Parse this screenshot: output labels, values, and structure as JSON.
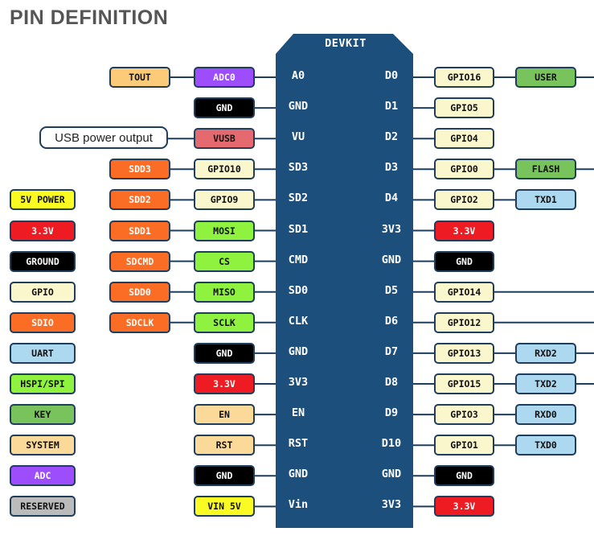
{
  "title": "PIN DEFINITION",
  "board_label": "DEVKIT",
  "usb_note": "USB power output",
  "colors": {
    "board": "#1d4f7c",
    "border": "#1f3d5c",
    "line": "#1f3d5c",
    "tout": "#fbcb79",
    "adc": "#9d4dfc",
    "gnd": "#000000",
    "vusb": "#e46a6f",
    "sdio": "#fb6c25",
    "gpio": "#fbf7cc",
    "spi": "#8ef23f",
    "power33": "#ee1b22",
    "vin5": "#fbfb24",
    "system": "#fbd999",
    "key": "#79c35c",
    "uart": "#acd8f0",
    "reserved": "#bbbbbb"
  },
  "legend": [
    {
      "label": "5V POWER",
      "color": "#fbfb24",
      "text": "#111111"
    },
    {
      "label": "3.3V",
      "color": "#ee1b22",
      "text": "#ffffff"
    },
    {
      "label": "GROUND",
      "color": "#000000",
      "text": "#ffffff"
    },
    {
      "label": "GPIO",
      "color": "#fbf7cc",
      "text": "#111111"
    },
    {
      "label": "SDIO",
      "color": "#fb6c25",
      "text": "#ffffff"
    },
    {
      "label": "UART",
      "color": "#acd8f0",
      "text": "#111111"
    },
    {
      "label": "HSPI/SPI",
      "color": "#8ef23f",
      "text": "#111111"
    },
    {
      "label": "KEY",
      "color": "#79c35c",
      "text": "#111111"
    },
    {
      "label": "SYSTEM",
      "color": "#fbd999",
      "text": "#111111"
    },
    {
      "label": "ADC",
      "color": "#9d4dfc",
      "text": "#ffffff"
    },
    {
      "label": "RESERVED",
      "color": "#bbbbbb",
      "text": "#111111"
    }
  ],
  "left_pins": [
    {
      "pin": "A0",
      "near": {
        "label": "ADC0",
        "color": "#9d4dfc",
        "text": "#ffffff"
      },
      "far": {
        "label": "TOUT",
        "color": "#fbcb79",
        "text": "#111111"
      }
    },
    {
      "pin": "GND",
      "near": {
        "label": "GND",
        "color": "#000000",
        "text": "#ffffff"
      },
      "far": null
    },
    {
      "pin": "VU",
      "near": {
        "label": "VUSB",
        "color": "#e46a6f",
        "text": "#111111"
      },
      "far": null,
      "note": true
    },
    {
      "pin": "SD3",
      "near": {
        "label": "GPIO10",
        "color": "#fbf7cc",
        "text": "#111111"
      },
      "far": {
        "label": "SDD3",
        "color": "#fb6c25",
        "text": "#ffffff"
      }
    },
    {
      "pin": "SD2",
      "near": {
        "label": "GPIO9",
        "color": "#fbf7cc",
        "text": "#111111"
      },
      "far": {
        "label": "SDD2",
        "color": "#fb6c25",
        "text": "#ffffff"
      }
    },
    {
      "pin": "SD1",
      "near": {
        "label": "MOSI",
        "color": "#8ef23f",
        "text": "#111111"
      },
      "far": {
        "label": "SDD1",
        "color": "#fb6c25",
        "text": "#ffffff"
      }
    },
    {
      "pin": "CMD",
      "near": {
        "label": "CS",
        "color": "#8ef23f",
        "text": "#111111"
      },
      "far": {
        "label": "SDCMD",
        "color": "#fb6c25",
        "text": "#ffffff"
      }
    },
    {
      "pin": "SD0",
      "near": {
        "label": "MISO",
        "color": "#8ef23f",
        "text": "#111111"
      },
      "far": {
        "label": "SDD0",
        "color": "#fb6c25",
        "text": "#ffffff"
      }
    },
    {
      "pin": "CLK",
      "near": {
        "label": "SCLK",
        "color": "#8ef23f",
        "text": "#111111"
      },
      "far": {
        "label": "SDCLK",
        "color": "#fb6c25",
        "text": "#ffffff"
      }
    },
    {
      "pin": "GND",
      "near": {
        "label": "GND",
        "color": "#000000",
        "text": "#ffffff"
      },
      "far": null
    },
    {
      "pin": "3V3",
      "near": {
        "label": "3.3V",
        "color": "#ee1b22",
        "text": "#ffffff"
      },
      "far": null
    },
    {
      "pin": "EN",
      "near": {
        "label": "EN",
        "color": "#fbd999",
        "text": "#111111"
      },
      "far": null
    },
    {
      "pin": "RST",
      "near": {
        "label": "RST",
        "color": "#fbd999",
        "text": "#111111"
      },
      "far": null
    },
    {
      "pin": "GND",
      "near": {
        "label": "GND",
        "color": "#000000",
        "text": "#ffffff"
      },
      "far": null
    },
    {
      "pin": "Vin",
      "near": {
        "label": "VIN 5V",
        "color": "#fbfb24",
        "text": "#111111"
      },
      "far": null
    }
  ],
  "right_pins": [
    {
      "pin": "D0",
      "near": {
        "label": "GPIO16",
        "color": "#fbf7cc",
        "text": "#111111"
      },
      "far": {
        "label": "USER",
        "color": "#79c35c",
        "text": "#111111"
      },
      "extend": true
    },
    {
      "pin": "D1",
      "near": {
        "label": "GPIO5",
        "color": "#fbf7cc",
        "text": "#111111"
      },
      "far": null
    },
    {
      "pin": "D2",
      "near": {
        "label": "GPIO4",
        "color": "#fbf7cc",
        "text": "#111111"
      },
      "far": null
    },
    {
      "pin": "D3",
      "near": {
        "label": "GPIO0",
        "color": "#fbf7cc",
        "text": "#111111"
      },
      "far": {
        "label": "FLASH",
        "color": "#79c35c",
        "text": "#111111"
      },
      "extend": true
    },
    {
      "pin": "D4",
      "near": {
        "label": "GPIO2",
        "color": "#fbf7cc",
        "text": "#111111"
      },
      "far": {
        "label": "TXD1",
        "color": "#acd8f0",
        "text": "#111111"
      }
    },
    {
      "pin": "3V3",
      "near": {
        "label": "3.3V",
        "color": "#ee1b22",
        "text": "#ffffff"
      },
      "far": null
    },
    {
      "pin": "GND",
      "near": {
        "label": "GND",
        "color": "#000000",
        "text": "#ffffff"
      },
      "far": null
    },
    {
      "pin": "D5",
      "near": {
        "label": "GPIO14",
        "color": "#fbf7cc",
        "text": "#111111"
      },
      "far": null,
      "extend": true
    },
    {
      "pin": "D6",
      "near": {
        "label": "GPIO12",
        "color": "#fbf7cc",
        "text": "#111111"
      },
      "far": null,
      "extend": true
    },
    {
      "pin": "D7",
      "near": {
        "label": "GPIO13",
        "color": "#fbf7cc",
        "text": "#111111"
      },
      "far": {
        "label": "RXD2",
        "color": "#acd8f0",
        "text": "#111111"
      },
      "extend": true
    },
    {
      "pin": "D8",
      "near": {
        "label": "GPIO15",
        "color": "#fbf7cc",
        "text": "#111111"
      },
      "far": {
        "label": "TXD2",
        "color": "#acd8f0",
        "text": "#111111"
      },
      "extend": true
    },
    {
      "pin": "D9",
      "near": {
        "label": "GPIO3",
        "color": "#fbf7cc",
        "text": "#111111"
      },
      "far": {
        "label": "RXD0",
        "color": "#acd8f0",
        "text": "#111111"
      }
    },
    {
      "pin": "D10",
      "near": {
        "label": "GPIO1",
        "color": "#fbf7cc",
        "text": "#111111"
      },
      "far": {
        "label": "TXD0",
        "color": "#acd8f0",
        "text": "#111111"
      }
    },
    {
      "pin": "GND",
      "near": {
        "label": "GND",
        "color": "#000000",
        "text": "#ffffff"
      },
      "far": null
    },
    {
      "pin": "3V3",
      "near": {
        "label": "3.3V",
        "color": "#ee1b22",
        "text": "#ffffff"
      },
      "far": null
    }
  ]
}
